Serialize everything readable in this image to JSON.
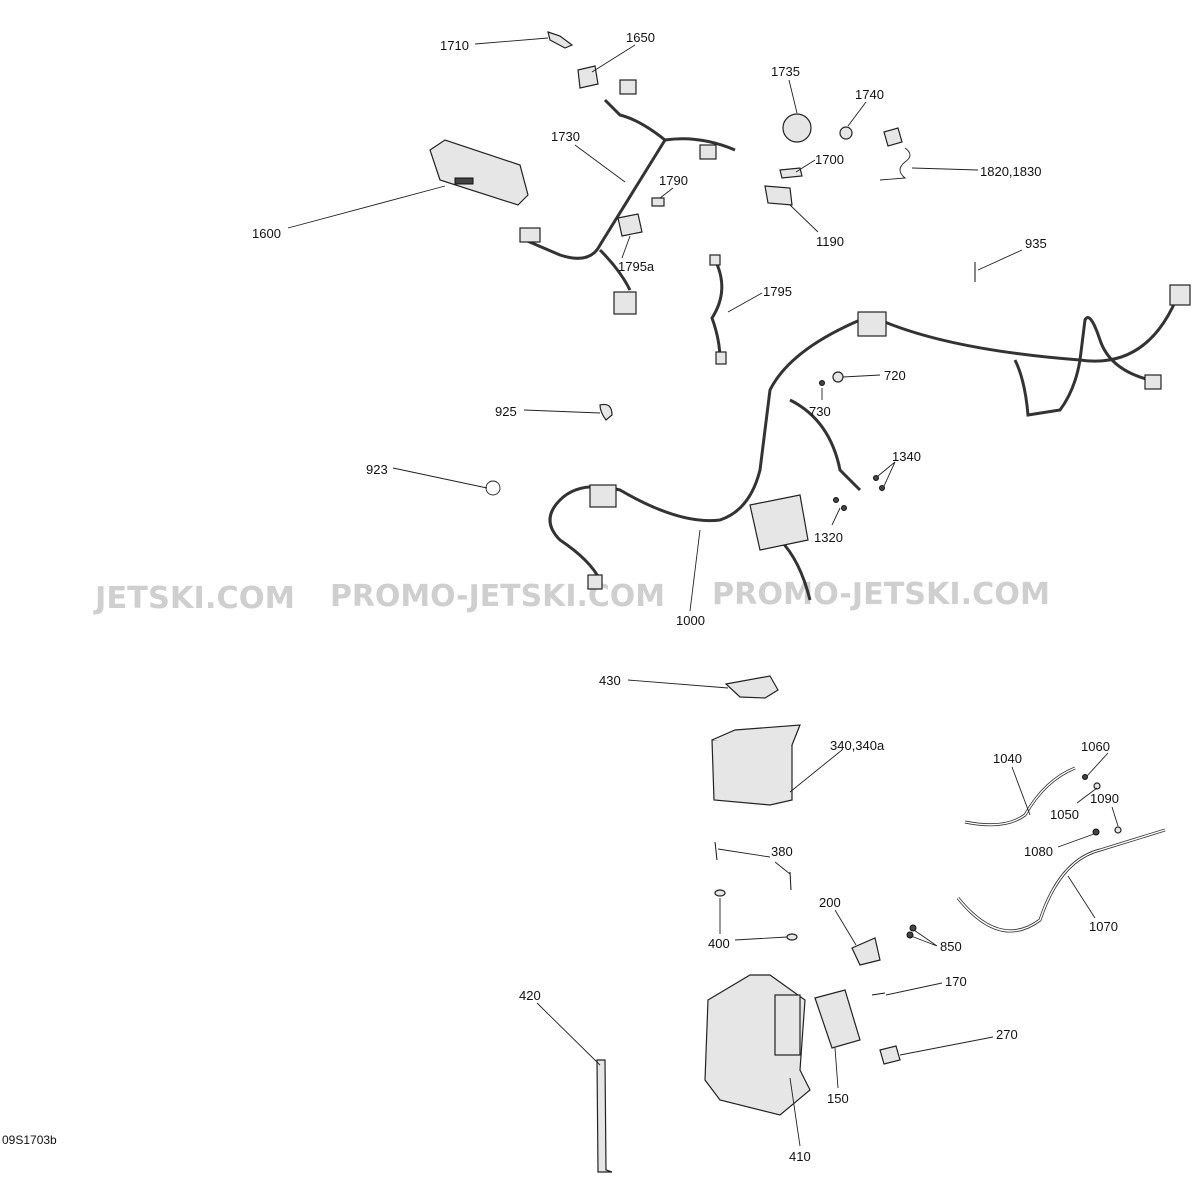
{
  "diagram_code": "09S1703b",
  "watermark": [
    "JETSKI.COM",
    "PROMO-JETSKI.COM",
    "PROMO-JETSKI.COM"
  ],
  "labels": {
    "p1710": "1710",
    "p1650": "1650",
    "p1735": "1735",
    "p1740": "1740",
    "p1730": "1730",
    "p1700": "1700",
    "p1820": "1820,1830",
    "p1790": "1790",
    "p1600": "1600",
    "p1190": "1190",
    "p935": "935",
    "p1795a": "1795a",
    "p1795": "1795",
    "p720": "720",
    "p730": "730",
    "p925": "925",
    "p923": "923",
    "p1340": "1340",
    "p1320": "1320",
    "p1000": "1000",
    "p430": "430",
    "p340": "340,340a",
    "p1040": "1040",
    "p1060": "1060",
    "p1050": "1050",
    "p1090": "1090",
    "p1080": "1080",
    "p380": "380",
    "p1070": "1070",
    "p200": "200",
    "p400": "400",
    "p850": "850",
    "p170": "170",
    "p270": "270",
    "p420": "420",
    "p150": "150",
    "p410": "410"
  }
}
